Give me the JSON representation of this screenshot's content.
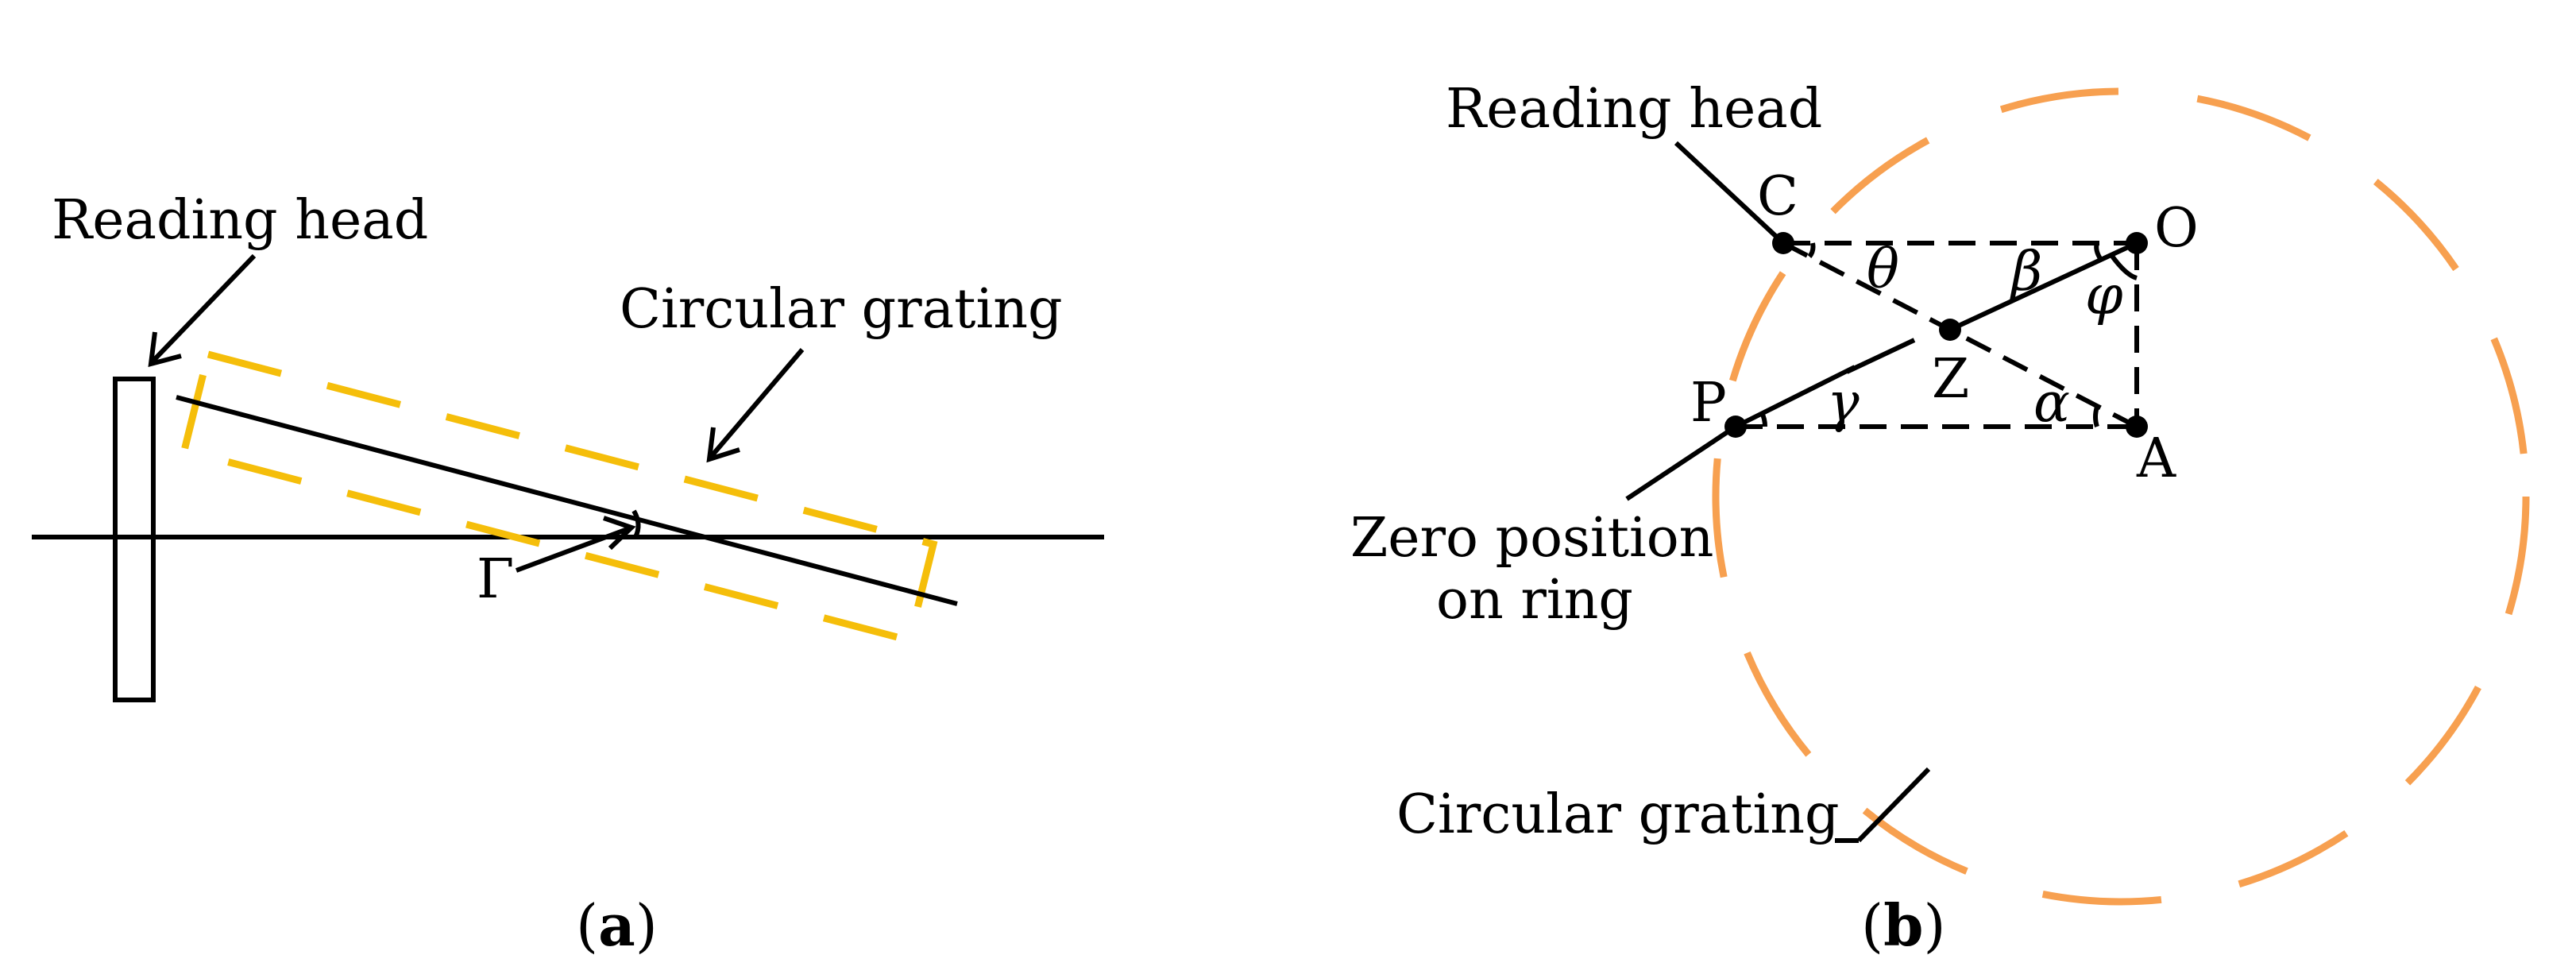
{
  "panel_a": {
    "reading_head_label": "Reading head",
    "grating_label": "Circular grating",
    "angle_label": "Γ",
    "caption_open": "(",
    "caption_letter": "a",
    "caption_close": ")"
  },
  "panel_b": {
    "reading_head_label": "Reading head",
    "zero_position_line1": "Zero position",
    "zero_position_line2": "on ring",
    "grating_label": "Circular grating",
    "points": {
      "C": "C",
      "O": "O",
      "Z": "Z",
      "P": "P",
      "A": "A"
    },
    "angles": {
      "theta": "θ",
      "beta": "β",
      "phi": "φ",
      "gamma": "γ",
      "alpha": "α"
    },
    "caption_open": "(",
    "caption_letter": "b",
    "caption_close": ")"
  },
  "colors": {
    "grating_a": "#F5BE0A",
    "grating_b": "#F7A050",
    "lines": "#000000"
  }
}
